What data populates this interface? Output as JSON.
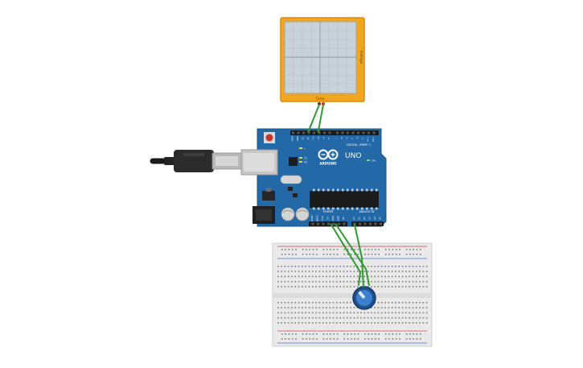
{
  "scope": {
    "side_label": "Voltage",
    "bottom_label": "Time"
  },
  "arduino": {
    "model": "UNO",
    "brand": "ARDUINO",
    "digital_label": "DIGITAL (PWM~)",
    "power_label": "POWER",
    "analog_label": "ANALOG IN",
    "tx_label": "TX",
    "rx_label": "RX",
    "l_label": "L",
    "on_label": "ON",
    "top_pins": [
      "AREF",
      "GND",
      "13",
      "12",
      "~11",
      "~10",
      "~9",
      "8",
      "7",
      "~6",
      "~5",
      "4",
      "~3",
      "2",
      "TX 1",
      "RX 0"
    ],
    "power_pins": [
      "IOREF",
      "RESET",
      "3.3V",
      "5V",
      "GND",
      "GND",
      "Vin"
    ],
    "analog_pins": [
      "A0",
      "A1",
      "A2",
      "A3",
      "A4",
      "A5"
    ]
  },
  "colors": {
    "wire": "#2e9b2e",
    "board": "#2369a8",
    "scope_frame": "#f2a51d"
  }
}
